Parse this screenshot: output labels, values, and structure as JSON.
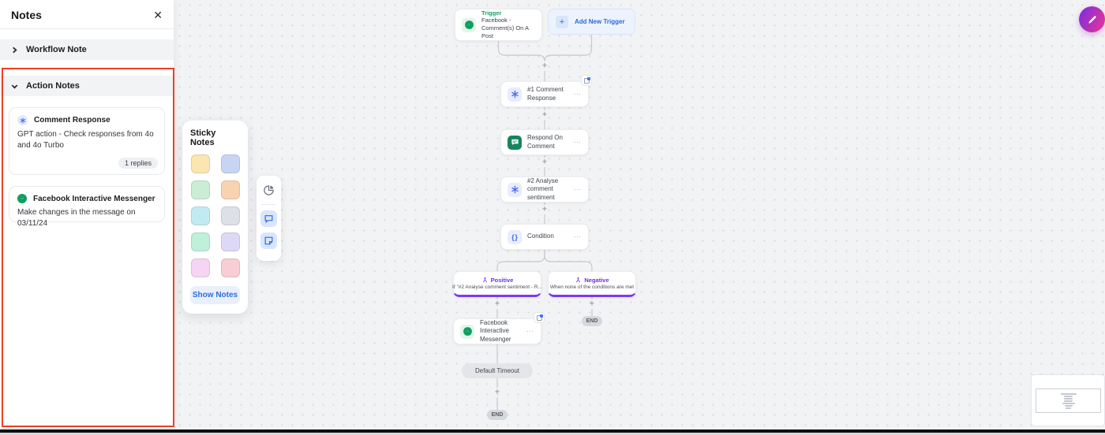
{
  "colors": {
    "accent_blue": "#2c67e2",
    "accent_green": "#13a263",
    "accent_purple": "#7c3aed",
    "highlight_red": "#ee4023"
  },
  "notes_panel": {
    "title": "Notes",
    "sections": {
      "workflow": {
        "label": "Workflow Note"
      },
      "action": {
        "label": "Action Notes"
      }
    },
    "cards": [
      {
        "title": "Comment Response",
        "body": "GPT action - Check responses from 4o and 4o Turbo",
        "badge": "1 replies"
      },
      {
        "title": "Facebook Interactive Messenger",
        "body": "Make changes in the message on 03/11/24"
      }
    ]
  },
  "sticky_panel": {
    "title": "Sticky Notes",
    "show_button": "Show Notes",
    "swatches": [
      "#FBE5B0",
      "#C7D5F2",
      "#CBEDD6",
      "#F9D2B2",
      "#C2EAF3",
      "#DDE0E7",
      "#BEF0DA",
      "#DDD8F6",
      "#F6D4F4",
      "#F8CDD4"
    ]
  },
  "flow": {
    "trigger": {
      "label": "Trigger",
      "description": "Facebook - Comment(s) On A Post"
    },
    "add_trigger": {
      "label": "Add New Trigger"
    },
    "comment_response": {
      "label": "#1 Comment Response"
    },
    "respond_on_comment": {
      "label": "Respond On Comment"
    },
    "analyse_sentiment": {
      "label": "#2 Analyse comment sentiment"
    },
    "condition": {
      "label": "Condition"
    },
    "positive": {
      "label": "Positive",
      "description": "If \"#2 Analyse comment sentiment - R..."
    },
    "negative": {
      "label": "Negative",
      "description": "When none of the conditions are met"
    },
    "fb_messenger": {
      "label": "Facebook Interactive Messenger"
    },
    "timeout": {
      "label": "Default Timeout"
    },
    "end_negative": "END",
    "end_bottom": "END",
    "plus": "+",
    "menu_dots": "⋯"
  }
}
